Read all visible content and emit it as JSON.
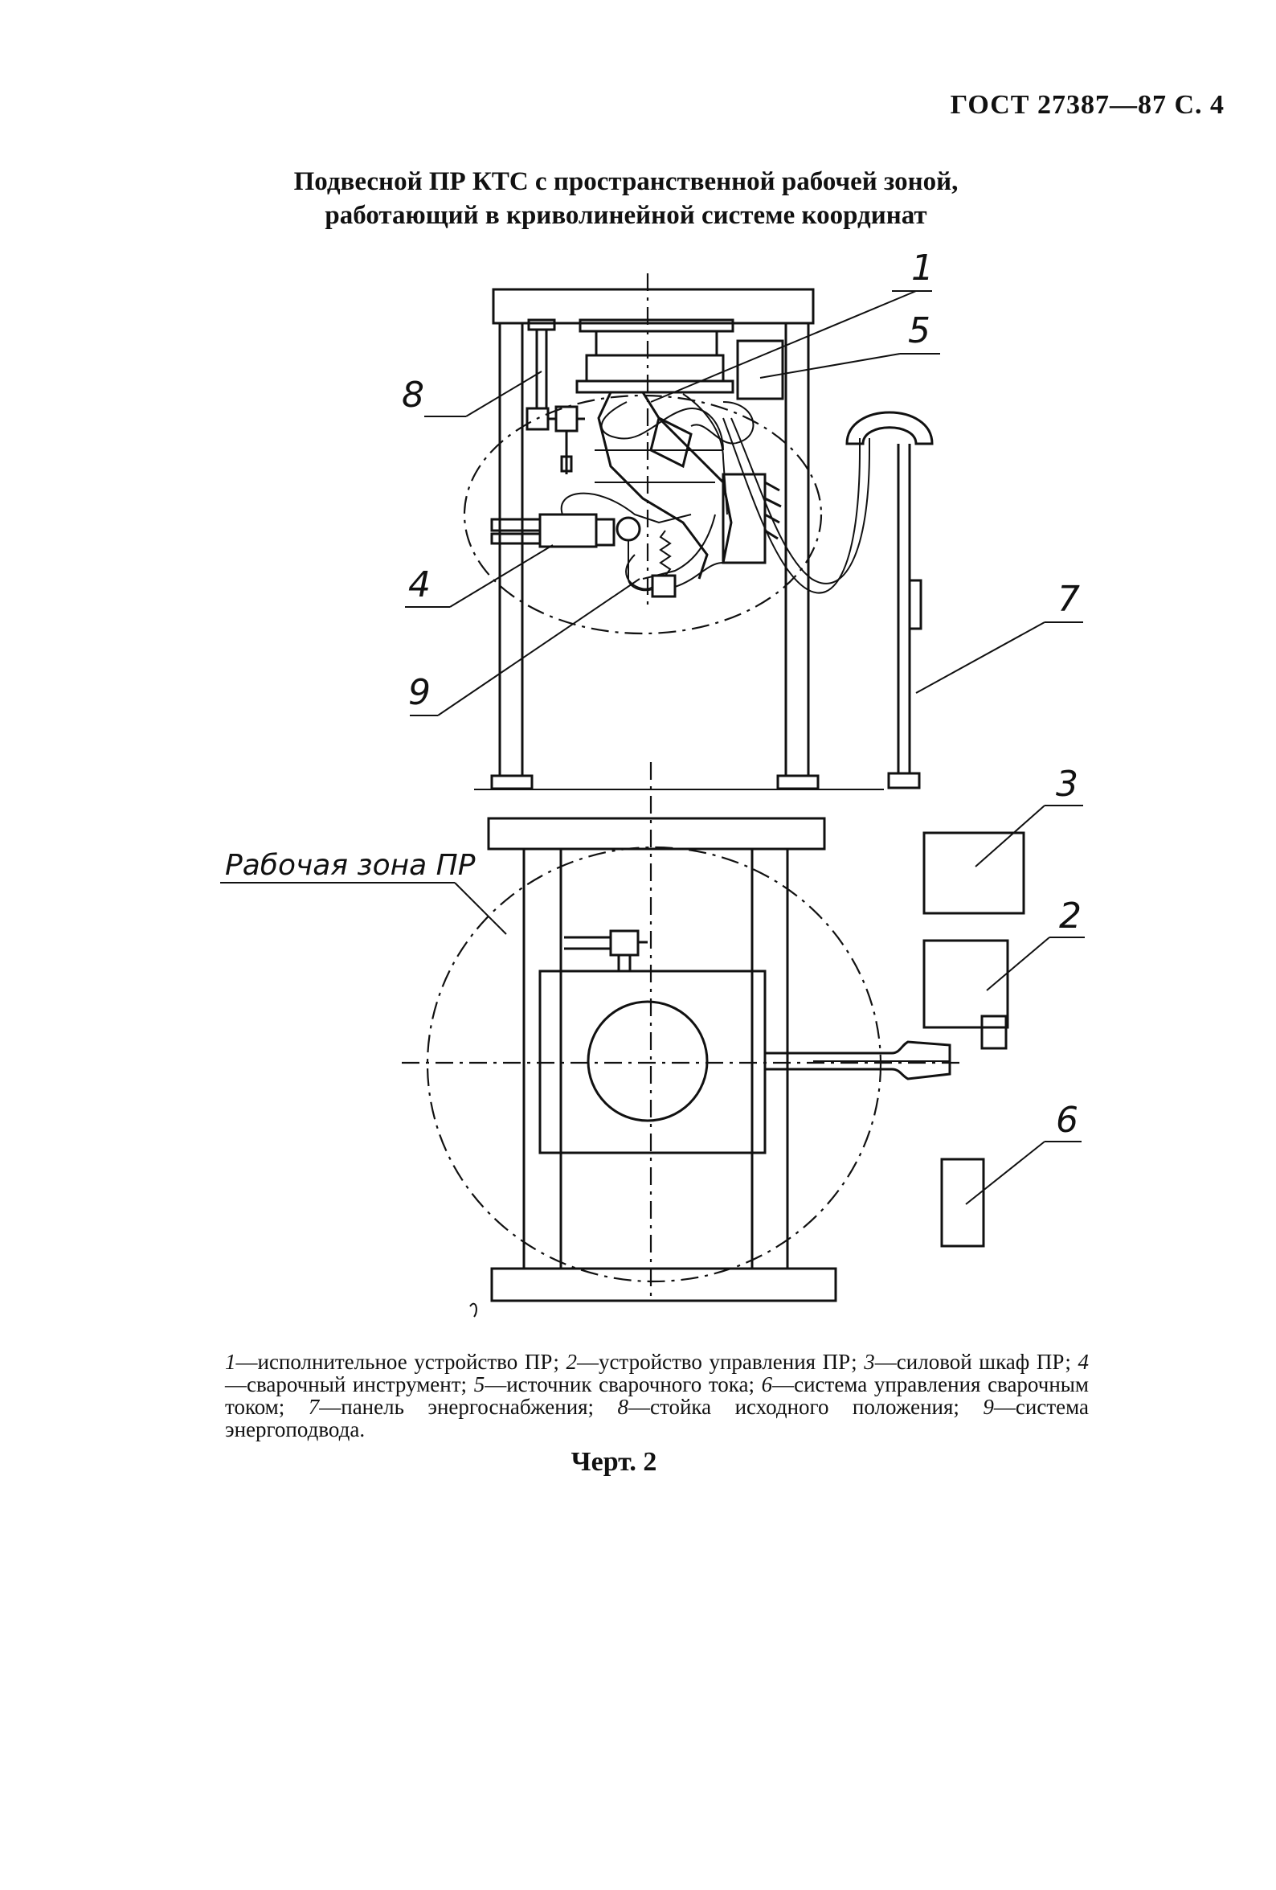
{
  "header": {
    "standard": "ГОСТ 27387—87 С. 4"
  },
  "title": {
    "line1": "Подвесной ПР КТС с пространственной рабочей зоной,",
    "line2": "работающий в криволинейной системе координат"
  },
  "drawing": {
    "callouts": [
      "1",
      "5",
      "8",
      "4",
      "9",
      "7",
      "3",
      "2",
      "6"
    ],
    "zone_label": "Рабочая зона ПР"
  },
  "legend": [
    {
      "num": "1",
      "text": "—исполнительное устройство ПР; "
    },
    {
      "num": "2",
      "text": "—устройство управления ПР; "
    },
    {
      "num": "3",
      "text": "—силовой шкаф ПР; "
    },
    {
      "num": "4",
      "text": "—сварочный инструмент; "
    },
    {
      "num": "5",
      "text": "—источник сварочного тока; "
    },
    {
      "num": "6",
      "text": "—система управления сварочным током; "
    },
    {
      "num": "7",
      "text": "—панель энергоснабжения; "
    },
    {
      "num": "8",
      "text": "—стойка исходного положения; "
    },
    {
      "num": "9",
      "text": "—система энергоподвода."
    }
  ],
  "figure": {
    "label": "Черт. 2"
  }
}
